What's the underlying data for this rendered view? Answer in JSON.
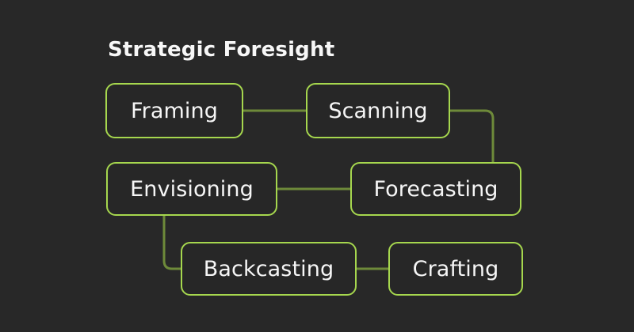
{
  "page": {
    "title": "Strategic Foresight",
    "background_color": "#282828"
  },
  "diagram": {
    "node_fill_color": "#272727",
    "node_border_color": "#a6d74e",
    "node_label_color": "#f6f6f6",
    "edge_color": "#6e8a3a",
    "nodes": [
      {
        "id": "framing",
        "label": "Framing"
      },
      {
        "id": "scanning",
        "label": "Scanning"
      },
      {
        "id": "envisioning",
        "label": "Envisioning"
      },
      {
        "id": "forecasting",
        "label": "Forecasting"
      },
      {
        "id": "backcasting",
        "label": "Backcasting"
      },
      {
        "id": "crafting",
        "label": "Crafting"
      }
    ],
    "edges": [
      {
        "from": "framing",
        "to": "scanning",
        "style": "straight-horizontal"
      },
      {
        "from": "scanning",
        "to": "forecasting",
        "style": "elbow-right-down"
      },
      {
        "from": "envisioning",
        "to": "forecasting",
        "style": "straight-horizontal"
      },
      {
        "from": "envisioning",
        "to": "backcasting",
        "style": "elbow-down-right"
      },
      {
        "from": "backcasting",
        "to": "crafting",
        "style": "straight-horizontal"
      }
    ]
  }
}
